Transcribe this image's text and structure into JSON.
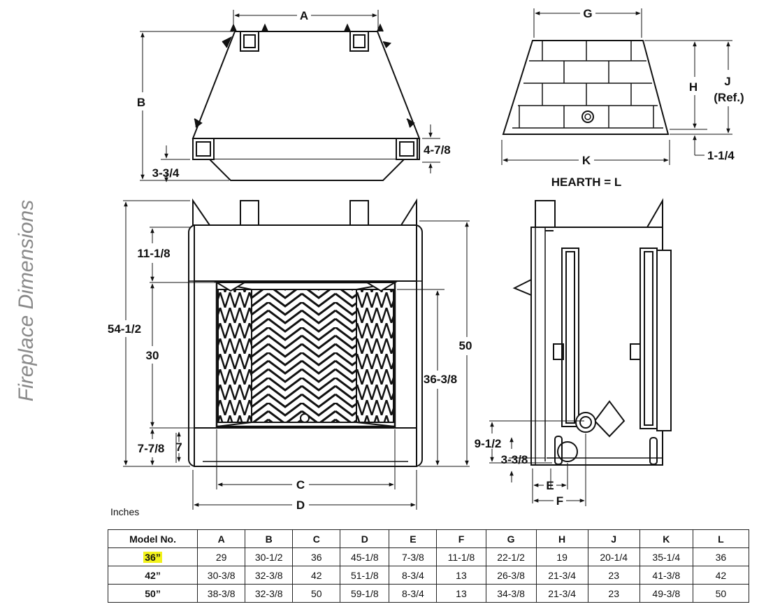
{
  "side_title": "Fireplace Dimensions",
  "units_label": "Inches",
  "diagram_labels": {
    "A": "A",
    "B": "B",
    "G": "G",
    "H": "H",
    "J": "J",
    "J_ref": "(Ref.)",
    "K": "K",
    "hearth": "HEARTH = L",
    "d_3_3_4_top": "3-3/4",
    "d_4_7_8": "4-7/8",
    "d_1_1_4": "1-1/4",
    "d_11_1_8": "11-1/8",
    "d_54_1_2": "54-1/2",
    "d_30": "30",
    "d_7_7_8": "7-7/8",
    "d_7": "7",
    "d_50": "50",
    "d_36_3_8": "36-3/8",
    "C": "C",
    "D": "D",
    "d_9_1_2": "9-1/2",
    "d_3_3_8": "3-3/8",
    "E": "E",
    "F": "F"
  },
  "table": {
    "headers": [
      "Model No.",
      "A",
      "B",
      "C",
      "D",
      "E",
      "F",
      "G",
      "H",
      "J",
      "K",
      "L"
    ],
    "rows": [
      {
        "model": "36”",
        "highlight": true,
        "values": [
          "29",
          "30-1/2",
          "36",
          "45-1/8",
          "7-3/8",
          "11-1/8",
          "22-1/2",
          "19",
          "20-1/4",
          "35-1/4",
          "36"
        ]
      },
      {
        "model": "42”",
        "highlight": false,
        "values": [
          "30-3/8",
          "32-3/8",
          "42",
          "51-1/8",
          "8-3/4",
          "13",
          "26-3/8",
          "21-3/4",
          "23",
          "41-3/8",
          "42"
        ]
      },
      {
        "model": "50”",
        "highlight": false,
        "values": [
          "38-3/8",
          "32-3/8",
          "50",
          "59-1/8",
          "8-3/4",
          "13",
          "34-3/8",
          "21-3/4",
          "23",
          "49-3/8",
          "50"
        ]
      }
    ],
    "highlight_color": "#f2f21a"
  }
}
